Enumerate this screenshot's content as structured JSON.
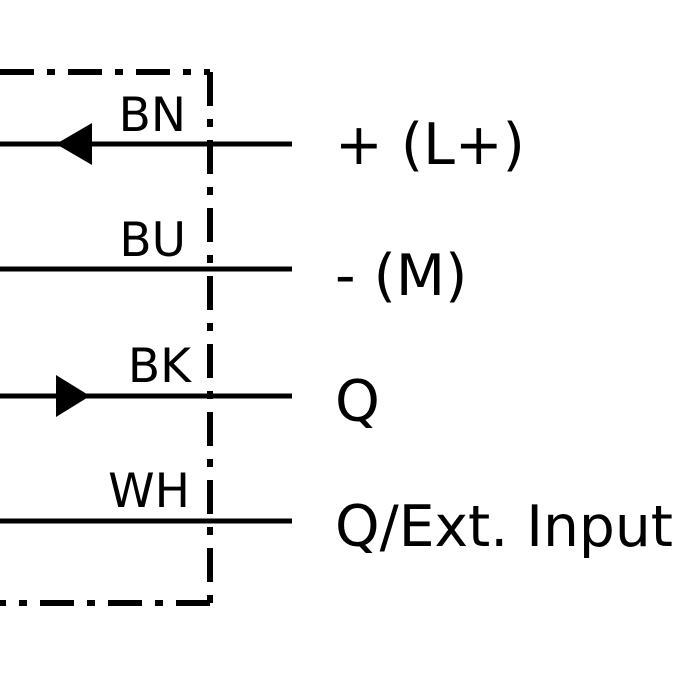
{
  "diagram": {
    "colors": {
      "line": "#000000",
      "background": "#ffffff"
    },
    "wires": [
      {
        "code": "BN",
        "signal": "+ (L+)",
        "arrow": "left-pointing"
      },
      {
        "code": "BU",
        "signal": "- (M)",
        "arrow": "none"
      },
      {
        "code": "BK",
        "signal": "Q",
        "arrow": "right-pointing"
      },
      {
        "code": "WH",
        "signal": "Q/Ext. Input",
        "arrow": "none"
      }
    ]
  }
}
